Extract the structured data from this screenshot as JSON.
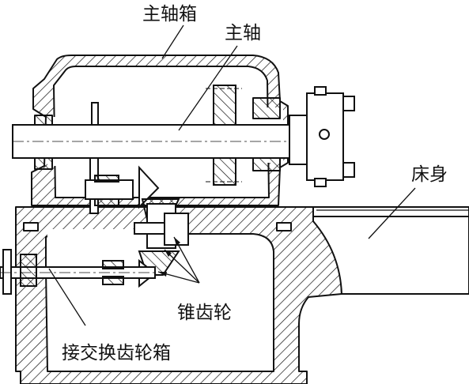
{
  "labels": {
    "headstock": "主轴箱",
    "spindle": "主轴",
    "bed": "床身",
    "bevel_gears": "锥齿轮",
    "change_gear_box": "接交换齿轮箱"
  },
  "colors": {
    "stroke": "#111111",
    "background": "#ffffff"
  }
}
